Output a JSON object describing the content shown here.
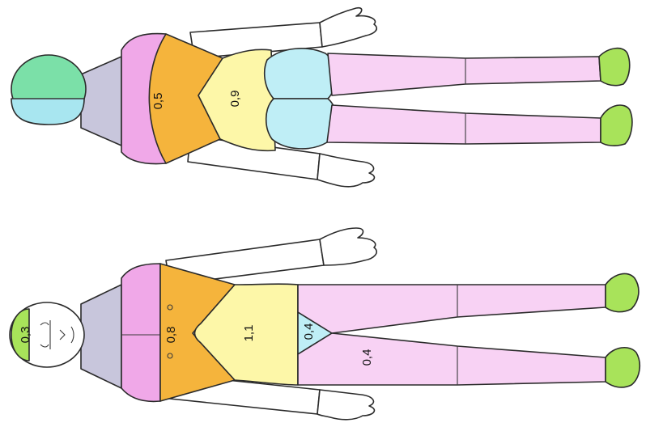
{
  "colors": {
    "head": "#a8e35a",
    "head_back_top": "#7be0a8",
    "head_back_bottom": "#a8e6f0",
    "neck": "#c8c6dc",
    "shoulders": "#f0a8e8",
    "chest_back": "#f5b43c",
    "abdomen": "#fdf7a8",
    "buttocks": "#bfeef6",
    "legs": "#f8d2f4",
    "feet": "#a8e35a",
    "arms": "#ffffff",
    "outline": "#2b2b2b"
  },
  "front_figure": {
    "labels": {
      "head": "0,3",
      "chest": "0,8",
      "abdomen": "1,1",
      "genitals": "0,4",
      "legs": "0,4"
    }
  },
  "back_figure": {
    "labels": {
      "upper_back": "0,5",
      "lower_back": "0,9"
    }
  }
}
